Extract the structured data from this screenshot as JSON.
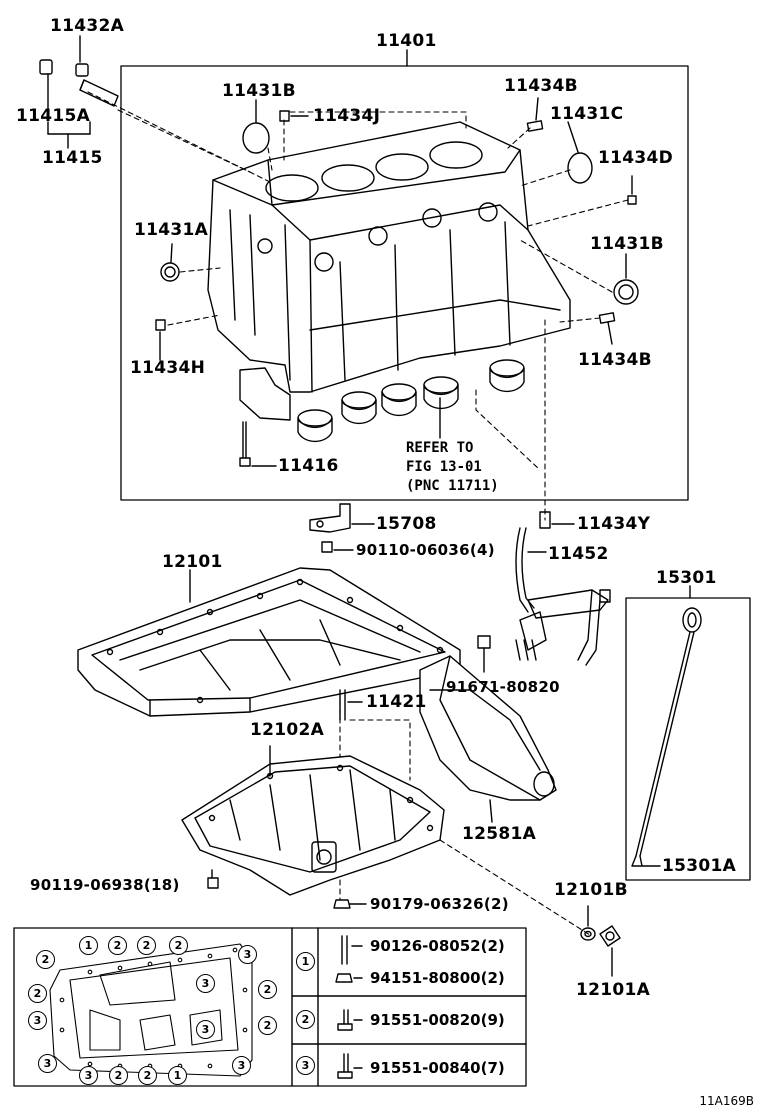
{
  "parts": {
    "p11432A": "11432A",
    "p11401": "11401",
    "p11431B_a": "11431B",
    "p11434J": "11434J",
    "p11434B_a": "11434B",
    "p11431C": "11431C",
    "p11434D": "11434D",
    "p11415A": "11415A",
    "p11415": "11415",
    "p11431A": "11431A",
    "p11431B_b": "11431B",
    "p11434H": "11434H",
    "p11434B_b": "11434B",
    "p11416": "11416",
    "p15708": "15708",
    "p11434Y": "11434Y",
    "p90110": "90110-06036(4)",
    "p11452": "11452",
    "p12101": "12101",
    "p15301": "15301",
    "p91671": "91671-80820",
    "p11421": "11421",
    "p12102A": "12102A",
    "p12581A": "12581A",
    "p15301A": "15301A",
    "p90119": "90119-06938(18)",
    "p90179": "90179-06326(2)",
    "p12101B": "12101B",
    "p12101A": "12101A"
  },
  "note": {
    "line1": "REFER TO",
    "line2": "FIG 13-01",
    "line3": "(PNC 11711)"
  },
  "legend": {
    "markers": [
      "1",
      "2",
      "3"
    ],
    "r1a": "90126-08052(2)",
    "r1b": "94151-80800(2)",
    "r2": "91551-00820(9)",
    "r3": "91551-00840(7)"
  },
  "pan_markers": {
    "top": [
      "1",
      "2",
      "2",
      "2"
    ],
    "left": [
      "2",
      "2",
      "3",
      "3"
    ],
    "right": [
      "3",
      "2",
      "2",
      "3"
    ],
    "inner": [
      "3",
      "3"
    ],
    "bottom": [
      "3",
      "2",
      "2",
      "1"
    ]
  },
  "figure_code": "11A169B"
}
